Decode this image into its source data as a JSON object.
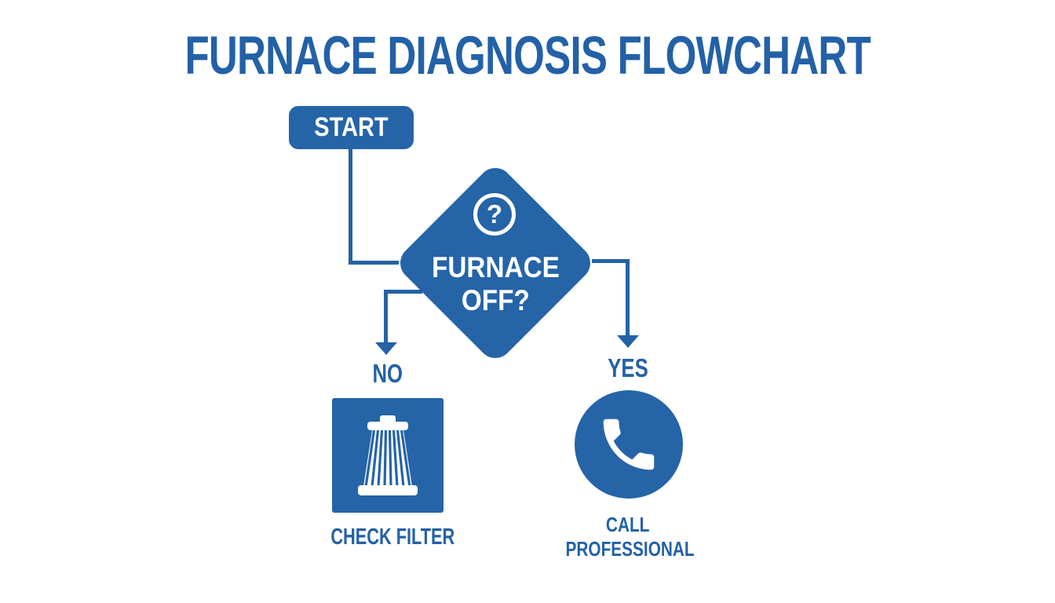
{
  "title": {
    "text": "FURNACE DIAGNOSIS FLOWCHART"
  },
  "colors": {
    "node": "#2564a7",
    "line": "#2462a5",
    "label": "#2361a7",
    "white": "#ffffff"
  },
  "flowchart": {
    "start": {
      "label": "START"
    },
    "decision": {
      "icon": "question-mark-icon",
      "icon_glyph": "?",
      "line1": "FURNACE",
      "line2": "OFF?"
    },
    "branches": {
      "no": {
        "label": "NO"
      },
      "yes": {
        "label": "YES"
      }
    },
    "check_filter": {
      "icon": "air-filter-icon",
      "label": "CHECK FILTER"
    },
    "call_professional": {
      "icon": "phone-icon",
      "label_line1": "CALL",
      "label_line2": "PROFESSIONAL"
    }
  }
}
